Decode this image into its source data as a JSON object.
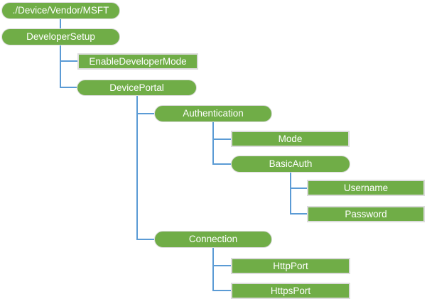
{
  "colors": {
    "node_fill": "#70AD47",
    "node_text": "#FFFFFF",
    "node_border": "#DCDCDC",
    "connector": "#5B9BD5",
    "background": "#FFFFFF"
  },
  "tree": {
    "label": "./Device/Vendor/MSFT",
    "shape": "pill",
    "children": [
      {
        "label": "DeveloperSetup",
        "shape": "pill",
        "children": [
          {
            "label": "EnableDeveloperMode",
            "shape": "rect",
            "children": []
          },
          {
            "label": "DevicePortal",
            "shape": "pill",
            "children": [
              {
                "label": "Authentication",
                "shape": "pill",
                "children": [
                  {
                    "label": "Mode",
                    "shape": "rect",
                    "children": []
                  },
                  {
                    "label": "BasicAuth",
                    "shape": "pill",
                    "children": [
                      {
                        "label": "Username",
                        "shape": "rect",
                        "children": []
                      },
                      {
                        "label": "Password",
                        "shape": "rect",
                        "children": []
                      }
                    ]
                  }
                ]
              },
              {
                "label": "Connection",
                "shape": "pill",
                "children": [
                  {
                    "label": "HttpPort",
                    "shape": "rect",
                    "children": []
                  },
                  {
                    "label": "HttpsPort",
                    "shape": "rect",
                    "children": []
                  }
                ]
              }
            ]
          }
        ]
      }
    ]
  }
}
